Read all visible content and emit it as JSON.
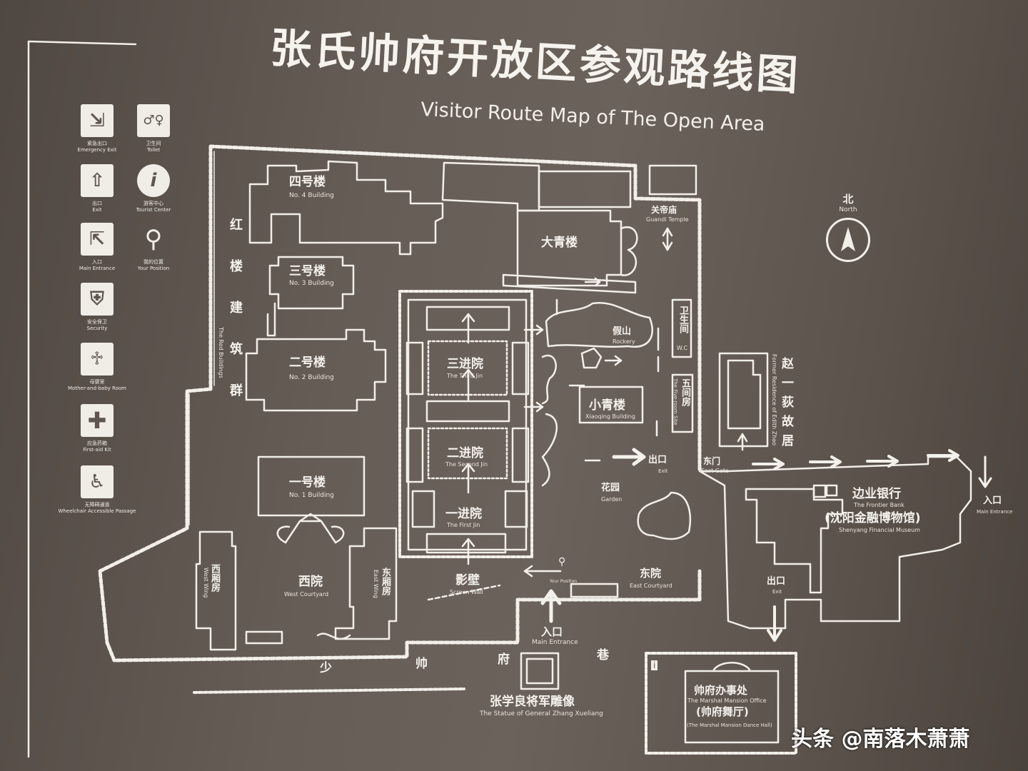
{
  "title": {
    "zh": "张氏帅府开放区参观路线图",
    "en": "Visitor Route Map of The Open Area"
  },
  "legend": [
    {
      "zh": "紧急出口",
      "en": "Emergency Exit",
      "icon": "emergency-exit-icon",
      "glyph": "⇲"
    },
    {
      "zh": "卫生间",
      "en": "Toilet",
      "icon": "toilet-icon",
      "glyph": "♂♀"
    },
    {
      "zh": "出口",
      "en": "Exit",
      "icon": "exit-icon",
      "glyph": "⇧"
    },
    {
      "zh": "游客中心",
      "en": "Tourist Center",
      "icon": "info-icon",
      "glyph": "i"
    },
    {
      "zh": "入口",
      "en": "Main Entrance",
      "icon": "entrance-icon",
      "glyph": "⇱"
    },
    {
      "zh": "我的位置",
      "en": "Your Position",
      "icon": "position-pin-icon",
      "glyph": "⚲"
    },
    {
      "zh": "安全保卫",
      "en": "Security",
      "icon": "security-icon",
      "glyph": "⛨"
    },
    {
      "zh": "母婴室",
      "en": "Mother-and-baby Room",
      "icon": "mother-baby-icon",
      "glyph": "♱"
    },
    {
      "zh": "应急药箱",
      "en": "First-aid Kit",
      "icon": "first-aid-icon",
      "glyph": "✚"
    },
    {
      "zh": "无障碍通道",
      "en": "Wheelchair Accessible Passage",
      "icon": "wheelchair-icon",
      "glyph": "♿"
    }
  ],
  "north": {
    "zh": "北",
    "en": "North"
  },
  "buildings": {
    "no4": {
      "zh": "四号楼",
      "en": "No. 4 Building"
    },
    "no3": {
      "zh": "三号楼",
      "en": "No. 3 Building"
    },
    "no2": {
      "zh": "二号楼",
      "en": "No. 2 Building"
    },
    "no1": {
      "zh": "一号楼",
      "en": "No. 1 Building"
    },
    "daqing": {
      "zh": "大青楼"
    },
    "guandi": {
      "zh": "关帝庙",
      "en": "Guandi Temple"
    },
    "rockery": {
      "zh": "假山",
      "en": "Rockery"
    },
    "toilet": {
      "zh": "卫生间",
      "en": "W.C"
    },
    "five_room": {
      "zh": "五间房",
      "en": "The Five-room Site"
    },
    "xiaoqing": {
      "zh": "小青楼",
      "en": "Xiaoqing Building"
    },
    "third_jin": {
      "zh": "三进院",
      "en": "The Third Jin"
    },
    "second_jin": {
      "zh": "二进院",
      "en": "The Second Jin"
    },
    "first_jin": {
      "zh": "一进院",
      "en": "The First Jin"
    },
    "screen_wall": {
      "zh": "影壁",
      "en": "Screen Wall"
    },
    "exit_garden": {
      "zh": "出口",
      "en": "Exit"
    },
    "garden": {
      "zh": "花园",
      "en": "Garden"
    },
    "east_gate": {
      "zh": "东门",
      "en": "East Gate"
    },
    "east_courtyard": {
      "zh": "东院",
      "en": "East Courtyard"
    },
    "west_courtyard": {
      "zh": "西院",
      "en": "West Courtyard"
    },
    "west_wing": {
      "zh": "西厢房",
      "en": "West Wing"
    },
    "east_wing": {
      "zh": "东厢房",
      "en": "East Wing"
    },
    "your_position": {
      "en": "Your Position"
    },
    "main_entrance_south": {
      "zh": "入口",
      "en": "Main Entrance"
    },
    "red_buildings": {
      "zh": "红楼建筑群",
      "en": "The Red Buildings"
    },
    "zhao_yidi": {
      "zh": "赵一荻故居",
      "en": "Former Residence of Edith Zhao"
    },
    "frontier_bank": {
      "zh": "边业银行",
      "en": "The Frontier Bank",
      "zh2": "(沈阳金融博物馆)",
      "en2": "Shenyang Financial Museum"
    },
    "bank_entrance": {
      "zh": "入口",
      "en": "Main Entrance"
    },
    "bank_exit": {
      "zh": "出口",
      "en": "Exit"
    },
    "statue": {
      "zh": "张学良将军雕像",
      "en": "The Statue of General Zhang Xueliang"
    },
    "marshal_office": {
      "zh": "帅府办事处",
      "en": "The Marshal Mansion Office",
      "zh2": "(帅府舞厅)",
      "en2": "(The Marshal Mansion Dance Hall)"
    },
    "street": [
      "少",
      "帅",
      "府",
      "巷"
    ]
  },
  "watermark": "头条 @南落木萧萧"
}
